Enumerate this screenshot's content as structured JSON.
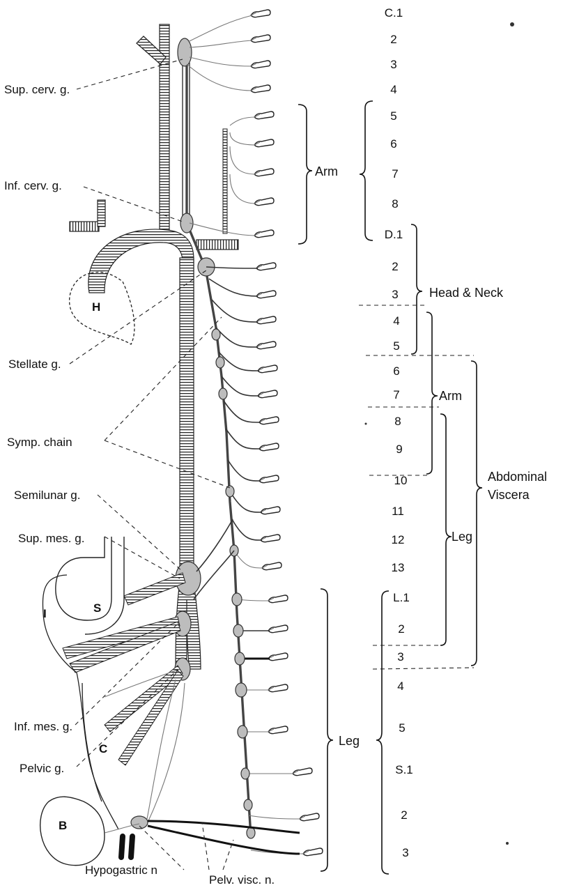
{
  "segments": {
    "cervical": [
      "C.1",
      "2",
      "3",
      "4",
      "5",
      "6",
      "7",
      "8"
    ],
    "dorsal": [
      "D.1",
      "2",
      "3",
      "4",
      "5",
      "6",
      "7",
      "8",
      "9",
      "10",
      "11",
      "12",
      "13"
    ],
    "lumbar": [
      "L.1",
      "2",
      "3",
      "4",
      "5"
    ],
    "sacral": [
      "S.1",
      "2",
      "3"
    ]
  },
  "left_labels": {
    "sup_cerv": "Sup. cerv. g.",
    "inf_cerv": "Inf. cerv. g.",
    "stellate": "Stellate g.",
    "symp_chain": "Symp. chain",
    "semilunar": "Semilunar g.",
    "sup_mes": "Sup. mes. g.",
    "inf_mes": "Inf. mes. g.",
    "pelvic": "Pelvic g."
  },
  "bottom_labels": {
    "hypogastric": "Hypogastric n",
    "pelv_visc": "Pelv. visc. n."
  },
  "organ_labels": {
    "heart": "H",
    "stomach": "S",
    "intestine": "I",
    "colon": "C",
    "bladder": "B"
  },
  "group_labels": {
    "arm_cervical": "Arm",
    "head_neck": "Head & Neck",
    "arm_dorsal": "Arm",
    "abdominal_line1": "Abdominal",
    "abdominal_line2": "Viscera",
    "leg_dorsal": "Leg",
    "leg_lumbar": "Leg"
  }
}
